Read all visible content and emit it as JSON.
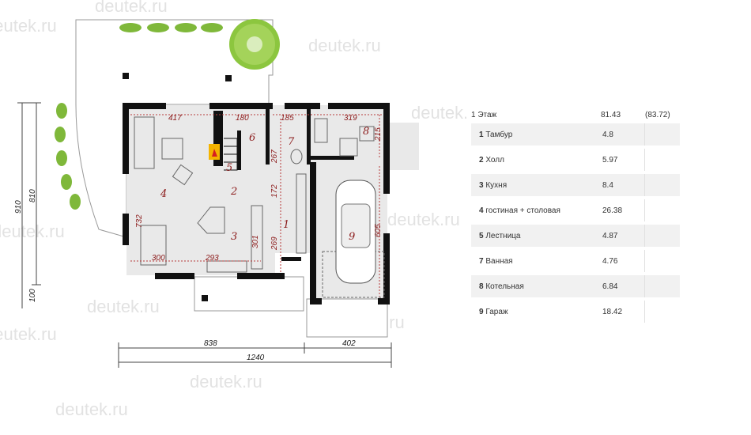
{
  "table": {
    "header": {
      "label": "1 Этаж",
      "area": "81.43",
      "total": "(83.72)"
    },
    "rows": [
      {
        "num": "1",
        "name": "Тамбур",
        "area": "4.8"
      },
      {
        "num": "2",
        "name": "Холл",
        "area": "5.97"
      },
      {
        "num": "3",
        "name": "Кухня",
        "area": "8.4"
      },
      {
        "num": "4",
        "name": "гостиная + столовая",
        "area": "26.38"
      },
      {
        "num": "5",
        "name": "Лестница",
        "area": "4.87"
      },
      {
        "num": "7",
        "name": "Ванная",
        "area": "4.76"
      },
      {
        "num": "8",
        "name": "Котельная",
        "area": "6.84"
      },
      {
        "num": "9",
        "name": "Гараж",
        "area": "18.42"
      }
    ]
  },
  "plan": {
    "room_numbers": [
      "1",
      "2",
      "3",
      "4",
      "5",
      "6",
      "7",
      "8",
      "9"
    ],
    "dims_red": [
      "417",
      "180",
      "185",
      "319",
      "267",
      "215",
      "172",
      "732",
      "269",
      "301",
      "300",
      "293",
      "605"
    ],
    "dims_black": [
      "910",
      "810",
      "100",
      "838",
      "402",
      "1240"
    ],
    "watermark": "deutek.ru"
  },
  "colors": {
    "wall": "#111111",
    "floor": "#e9e9e9",
    "dim_red": "#8b1a1a",
    "greenery": "#7fb83a"
  }
}
